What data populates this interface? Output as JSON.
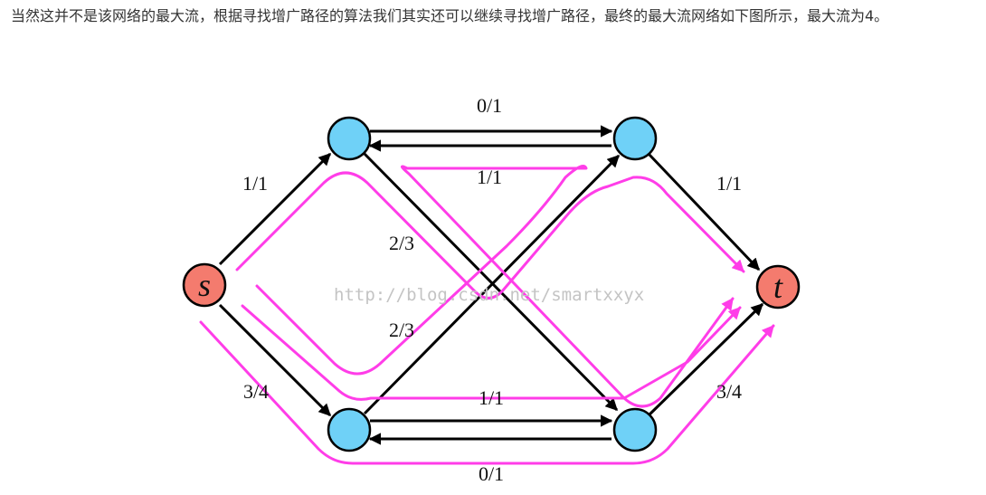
{
  "paragraph": "当然这并不是该网络的最大流，根据寻找增广路径的算法我们其实还可以继续寻找增广路径，最终的最大流网络如下图所示，最大流为4。",
  "diagram": {
    "nodes": {
      "source": "s",
      "sink": "t"
    },
    "edge_labels": {
      "top_forward": "0/1",
      "top_backward": "1/1",
      "s_to_top_left": "1/1",
      "top_right_to_t": "1/1",
      "top_left_to_bottom_right": "2/3",
      "bottom_left_to_top_right": "2/3",
      "s_to_bottom_left": "3/4",
      "bottom_right_to_t": "3/4",
      "bottom_forward": "1/1",
      "bottom_backward": "0/1"
    },
    "watermark": "http://blog.csdn.net/smartxxyx",
    "colors": {
      "source_sink_fill": "#f47b6e",
      "inner_node_fill": "#6fd1f7",
      "edge": "#000000",
      "augmenting_path": "#ff3de8"
    }
  }
}
